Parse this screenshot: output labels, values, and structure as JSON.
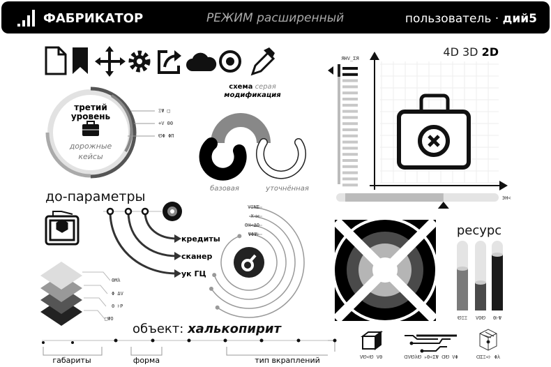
{
  "header": {
    "app_name": "ФАБРИКАТОР",
    "mode_prefix": "РЕЖИМ",
    "mode_value": "расширенный",
    "user_label": "пользователь",
    "user_sep": "·",
    "user_name": "дий5",
    "signal_icon": "signal-bars-icon"
  },
  "toolbar": {
    "icons": [
      "file-icon",
      "bookmark-icon",
      "move-icon",
      "gear-icon",
      "share-icon",
      "cloud-icon",
      "target-icon",
      "eyedropper-icon"
    ]
  },
  "level_panel": {
    "title_1": "третий",
    "title_2": "уровень",
    "subtitle_1": "дорожные",
    "subtitle_2": "кейсы",
    "labels": [
      "ΞΨ □",
      "+V ΘΘ",
      "ᏬΦ ΦΠ"
    ]
  },
  "scheme": {
    "title_1": "схема",
    "title_2": "серая",
    "title_3": "модификация",
    "left_label": "базовая",
    "right_label": "уточнённая"
  },
  "viewer": {
    "modes": [
      "4D",
      "3D",
      "2D"
    ],
    "active_mode": "2D",
    "y_label": "ЯНV_ΣЯ",
    "x_label": "ЭН<",
    "slider_value": 0.8,
    "list_active_count": 2,
    "list_count": 20
  },
  "params": {
    "title": "до-параметры",
    "outputs": [
      "кредиты",
      "сканер",
      "ук ГЦ"
    ]
  },
  "orbit": {
    "labels": [
      "VΞΝΣ",
      "Х⊣<",
      "ΘΗ<ΔΟ",
      "ΨΦΨ⊦"
    ]
  },
  "layers": {
    "labels": [
      "ΘΜλ",
      "Φ ΔV",
      "Θ ⊦Ρ",
      "□ΨΟ"
    ],
    "colors": [
      "#dddddd",
      "#999999",
      "#555555",
      "#222222"
    ]
  },
  "object": {
    "label": "объект:",
    "value": "халькопирит",
    "groups": [
      "габариты",
      "форма",
      "тип вкраплений"
    ]
  },
  "resource": {
    "title": "ресурс",
    "bars": [
      {
        "label": "ᏬΞΞ",
        "level": 0.6,
        "color": "#7a7a7a"
      },
      {
        "label": "VΟᏬ",
        "level": 0.4,
        "color": "#4a4a4a"
      },
      {
        "label": "Θ⊦Ψ",
        "level": 0.8,
        "color": "#1a1a1a"
      }
    ]
  },
  "bottom_icons": {
    "labels": [
      "VᏬ<Ꮼ VΘ",
      "ꓷVᏬλᏬ ⊦Θ<ΣΨ ꓷᏬ VΦ",
      "ꓷΣΞ<⊦ Φλ"
    ]
  }
}
